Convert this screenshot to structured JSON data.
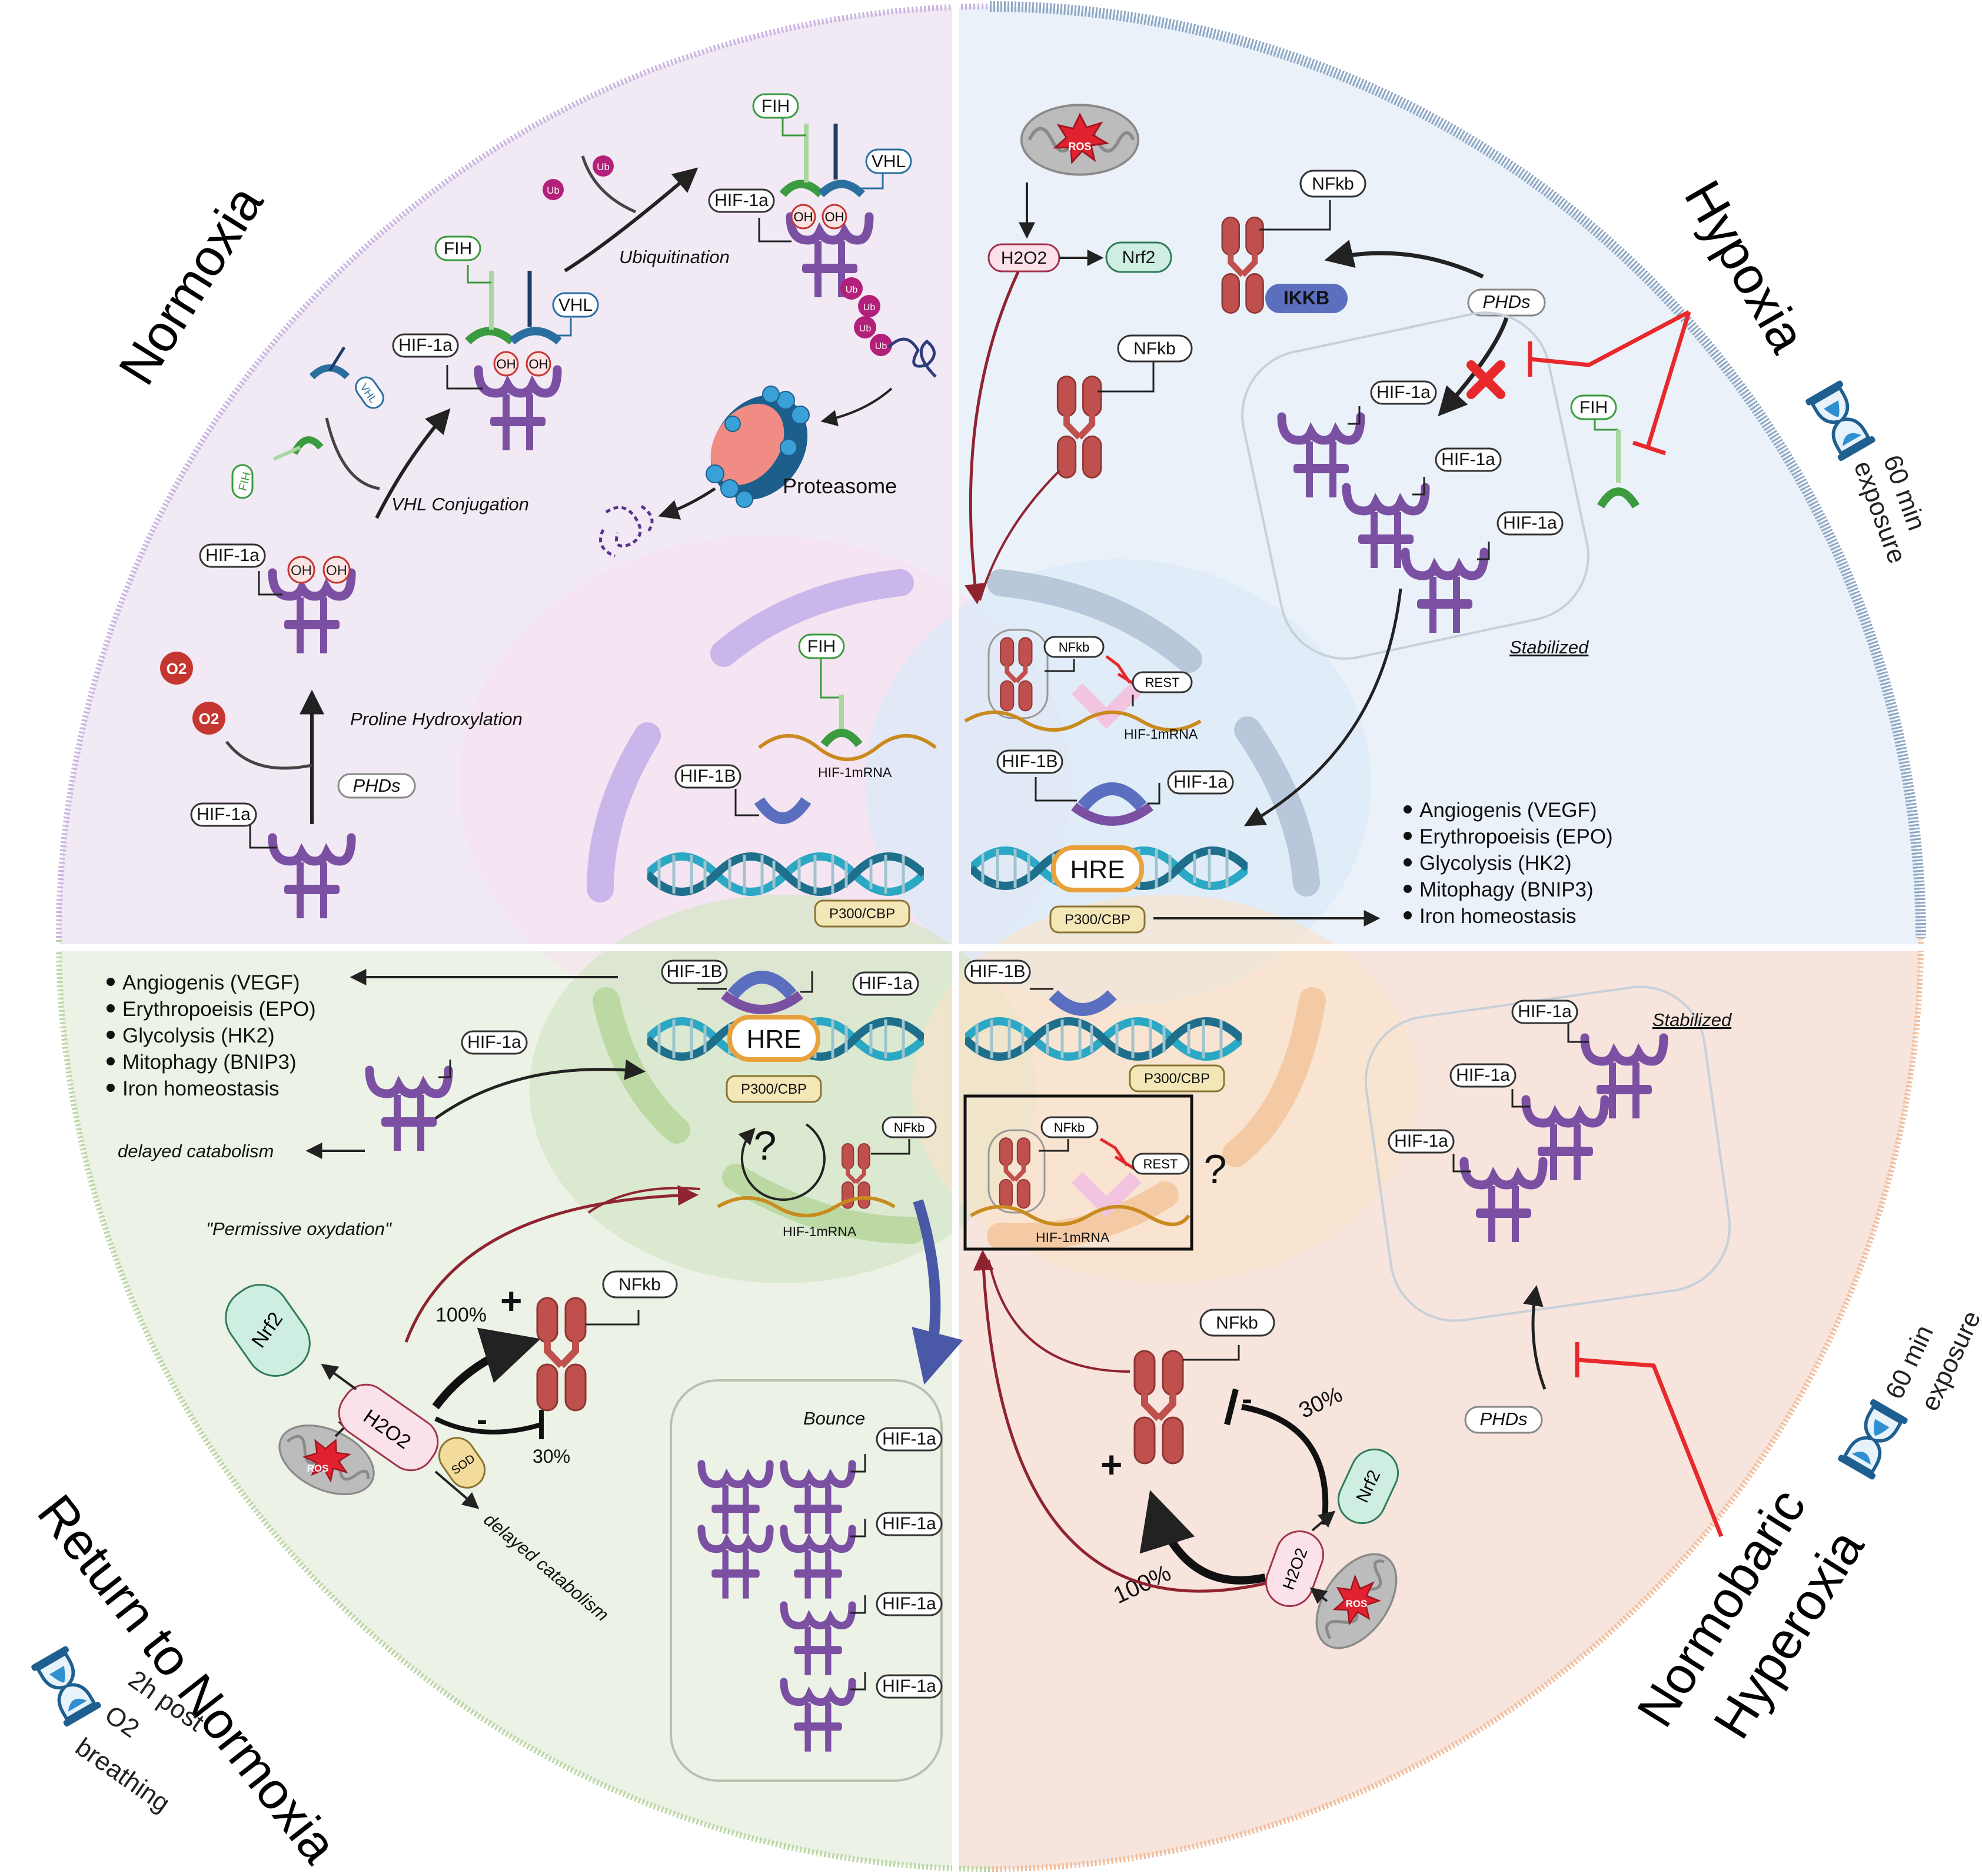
{
  "quadrants": {
    "normoxia": {
      "title": "Normoxia",
      "labels": [
        "Proline Hydroxylation",
        "VHL Conjugation",
        "Ubiquitination",
        "Proteasome"
      ],
      "tags": {
        "hif1a": "HIF-1a",
        "hif1b": "HIF-1B",
        "fih": "FIH",
        "vhl": "VHL",
        "phds": "PHDs",
        "o2": "O2",
        "ub": "Ub",
        "oh": "OH",
        "p300": "P300/CBP",
        "mrna": "HIF-1mRNA"
      }
    },
    "hypoxia": {
      "title": "Hypoxia",
      "exposure": [
        "60 min",
        "exposure"
      ],
      "tags": {
        "ros": "ROS",
        "h2o2": "H2O2",
        "nrf2": "Nrf2",
        "nfkb": "NFkb",
        "ikkb": "IKKB",
        "phds": "PHDs",
        "fih": "FIH",
        "hif1a": "HIF-1a",
        "hif1b": "HIF-1B",
        "rest": "REST",
        "mrna": "HIF-1mRNA",
        "hre": "HRE",
        "p300": "P300/CBP"
      },
      "stabilized": "Stabilized",
      "targets": [
        "Angiogenis (VEGF)",
        "Erythropoeisis (EPO)",
        "Glycolysis (HK2)",
        "Mitophagy (BNIP3)",
        "Iron homeostasis"
      ]
    },
    "return": {
      "title": "Return to Normoxia",
      "time": [
        "2h post",
        "O2",
        "breathing"
      ],
      "targets": [
        "Angiogenis (VEGF)",
        "Erythropoeisis (EPO)",
        "Glycolysis (HK2)",
        "Mitophagy (BNIP3)",
        "Iron homeostasis"
      ],
      "delayed": "delayed catabolism",
      "permissive": "\"Permissive oxydation\"",
      "pct_up": "100%",
      "pct_down": "30%",
      "plus": "+",
      "minus": "-",
      "question": "?",
      "bounce": "Bounce",
      "tags": {
        "hif1a": "HIF-1a",
        "hif1b": "HIF-1B",
        "nfkb": "NFkb",
        "nrf2": "Nrf2",
        "h2o2": "H2O2",
        "sod": "SOD",
        "ros": "ROS",
        "hre": "HRE",
        "p300": "P300/CBP",
        "mrna": "HIF-1mRNA"
      }
    },
    "hyperoxia": {
      "title": [
        "Normobaric",
        "Hyperoxia"
      ],
      "exposure": [
        "60 min",
        "exposure"
      ],
      "stabilized": "Stabilized",
      "pct_up": "100%",
      "pct_down": "30%",
      "plus": "+",
      "minus": "-",
      "question": "?",
      "tags": {
        "hif1a": "HIF-1a",
        "hif1b": "HIF-1B",
        "nfkb": "NFkb",
        "nrf2": "Nrf2",
        "h2o2": "H2O2",
        "ros": "ROS",
        "phds": "PHDs",
        "rest": "REST",
        "mrna": "HIF-1mRNA",
        "p300": "P300/CBP"
      }
    }
  },
  "colors": {
    "normoxia_bg": "#f1e9f4",
    "hypoxia_bg": "#eaf1f9",
    "return_bg": "#ecf2e5",
    "hyperoxia_bg": "#f6e4dd",
    "hif_purple": "#7b4fa2",
    "nfkb_red": "#c0504d",
    "inhibit_red": "#e8282b",
    "dna_teal": "#2aa8c4"
  }
}
